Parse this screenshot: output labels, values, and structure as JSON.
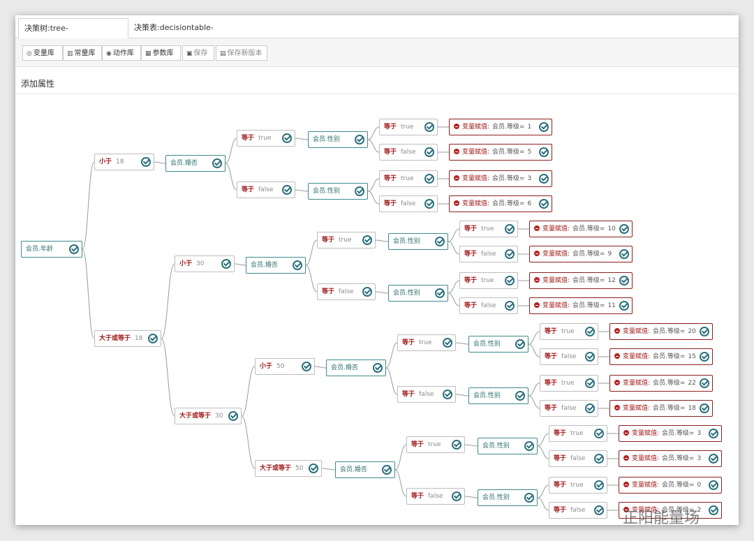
{
  "tabs": [
    {
      "label": "决策树:tree-demo.dtree.xml",
      "active": true
    },
    {
      "label": "决策表:decisiontable-demo.dt.xml",
      "active": false
    }
  ],
  "close_glyph": "×",
  "toolbar": [
    {
      "icon": "◎",
      "icon_name": "variable-icon",
      "label": "变量库"
    },
    {
      "icon": "▥",
      "icon_name": "constant-icon",
      "label": "常量库"
    },
    {
      "icon": "◉",
      "icon_name": "action-icon",
      "label": "动作库"
    },
    {
      "icon": "▦",
      "icon_name": "parameter-icon",
      "label": "参数库"
    },
    {
      "icon": "▣",
      "icon_name": "save-icon",
      "label": "保存",
      "disabled": true
    },
    {
      "icon": "▤",
      "icon_name": "save-version-icon",
      "label": "保存新版本",
      "disabled": true
    }
  ],
  "add_attribute_label": "添加属性",
  "tree": {
    "root": "会员.年龄",
    "age_conditions": [
      {
        "op": "小于",
        "val": "18"
      },
      {
        "op": "大于或等于",
        "val": "18"
      },
      {
        "op": "小于",
        "val": "30"
      },
      {
        "op": "大于或等于",
        "val": "30"
      },
      {
        "op": "小于",
        "val": "50"
      },
      {
        "op": "大于或等于",
        "val": "50"
      }
    ],
    "marriage_var": "会员.婚否",
    "gender_var": "会员.性别",
    "eq_op": "等于",
    "true_val": "true",
    "false_val": "false",
    "action_name": "变量赋值:",
    "action_target": "会员.等级=",
    "levels": [
      "1",
      "5",
      "3",
      "6",
      "10",
      "9",
      "12",
      "11",
      "20",
      "15",
      "22",
      "18",
      "3",
      "3",
      "0",
      "2"
    ]
  },
  "watermark": "正阳能量场",
  "colors": {
    "variable_border": "#3d8a8a",
    "condition_text": "#a01919",
    "action_border": "#8a1f1f",
    "check_icon": "#2a6f7c"
  }
}
